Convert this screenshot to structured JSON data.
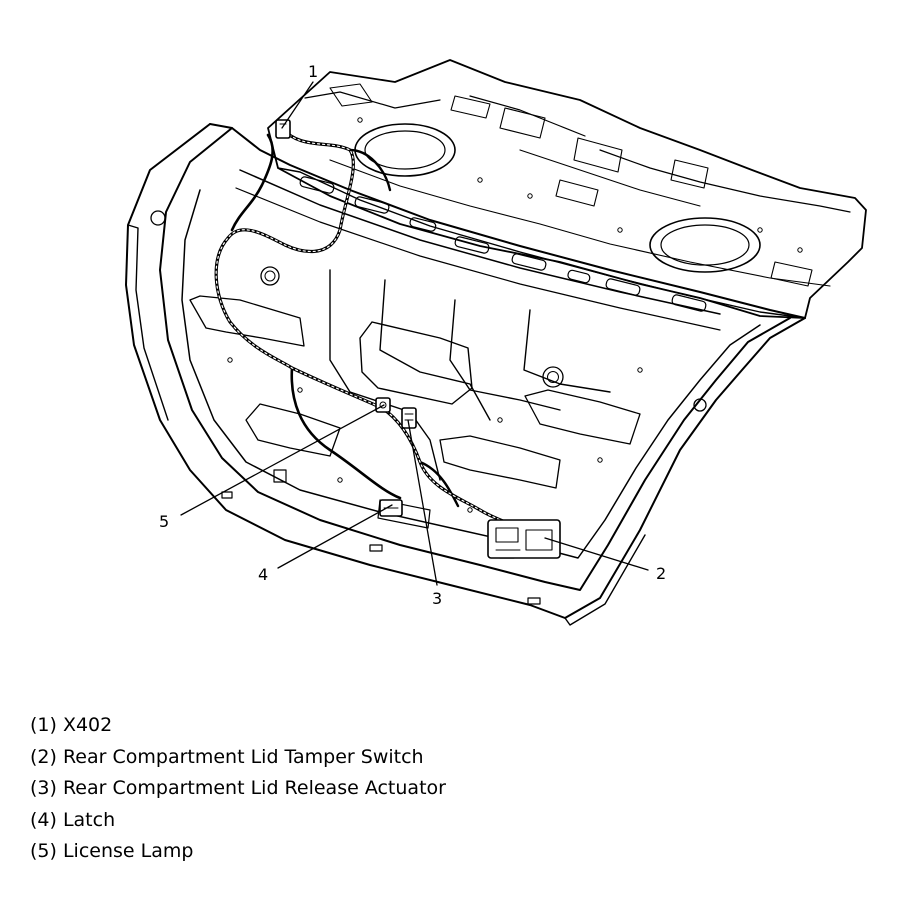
{
  "callouts": [
    {
      "id": "1",
      "label": "1"
    },
    {
      "id": "2",
      "label": "2"
    },
    {
      "id": "3",
      "label": "3"
    },
    {
      "id": "4",
      "label": "4"
    },
    {
      "id": "5",
      "label": "5"
    }
  ],
  "legend": [
    {
      "id": "1",
      "text": "(1) X402"
    },
    {
      "id": "2",
      "text": "(2) Rear Compartment Lid Tamper Switch"
    },
    {
      "id": "3",
      "text": "(3) Rear Compartment Lid Release Actuator"
    },
    {
      "id": "4",
      "text": "(4) Latch"
    },
    {
      "id": "5",
      "text": "(5) License Lamp"
    }
  ]
}
